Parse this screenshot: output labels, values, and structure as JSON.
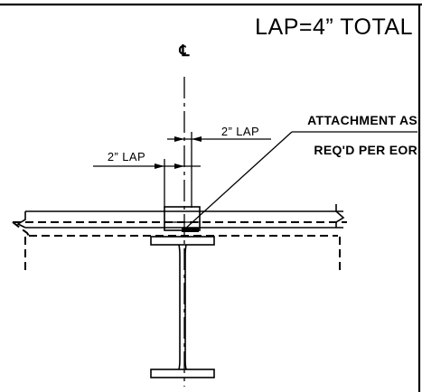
{
  "diagram": {
    "title": "LAP=4” TOTAL",
    "centerline_symbol": "℄",
    "lap_left_label": "2” LAP",
    "lap_right_label": "2” LAP",
    "attachment_note_line1": "ATTACHMENT AS",
    "attachment_note_line2": "REQ'D PER EOR",
    "line_color": "#000000",
    "background_color": "#ffffff"
  }
}
